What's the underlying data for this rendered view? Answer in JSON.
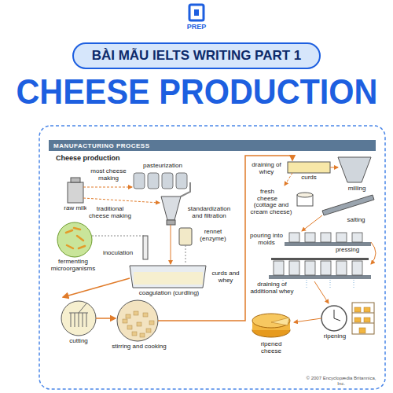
{
  "diagram": {
    "title": "CHEESE PRODUCTION",
    "nodes": [
      {
        "text": [
          "BÀI MẪU IELTS WRITING PART 1"
        ]
      },
      {
        "text": [
          "MANUFACTURING PROCESS"
        ]
      }
    ],
    "labels": [
      "PREP",
      "Cheese production",
      "pasteurization",
      "raw milk",
      "most cheese making",
      "traditional cheese making",
      "standardization and filtration",
      "fermenting microorganisms",
      "rennet (enzyme)",
      "inoculation",
      "coagulation (curdling)",
      "curds and whey",
      "cutting",
      "stirring and cooking",
      "draining of whey",
      "curds",
      "milling",
      "fresh cheese",
      "(cottage and cream cheese)",
      "salting",
      "pouring into molds",
      "pressing",
      "draining of additional whey",
      "ripening",
      "ripened cheese",
      "© 2007 Encyclopædia Britannica, Inc."
    ]
  }
}
